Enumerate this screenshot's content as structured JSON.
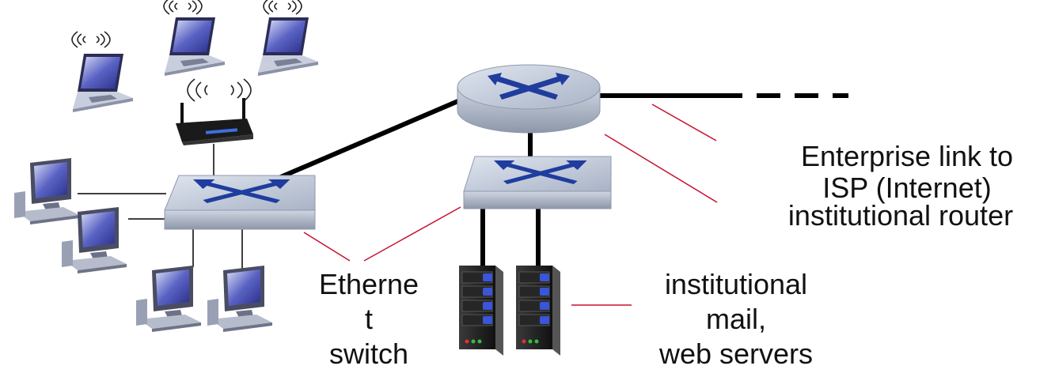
{
  "labels": {
    "enterprise_link_line1": "Enterprise link to",
    "enterprise_link_line2": "ISP (Internet)",
    "institutional_router": "institutional router",
    "ethernet_line1": "Etherne",
    "ethernet_line2": "t",
    "ethernet_line3": "switch",
    "servers_line1": "institutional",
    "servers_line2": "mail,",
    "servers_line3": "web servers"
  },
  "colors": {
    "callout_line": "#c8102e",
    "link_line": "#000000",
    "device_body": "#b9c3d6",
    "device_arrows": "#1f3d9e",
    "screen": "#3b3fa0"
  }
}
